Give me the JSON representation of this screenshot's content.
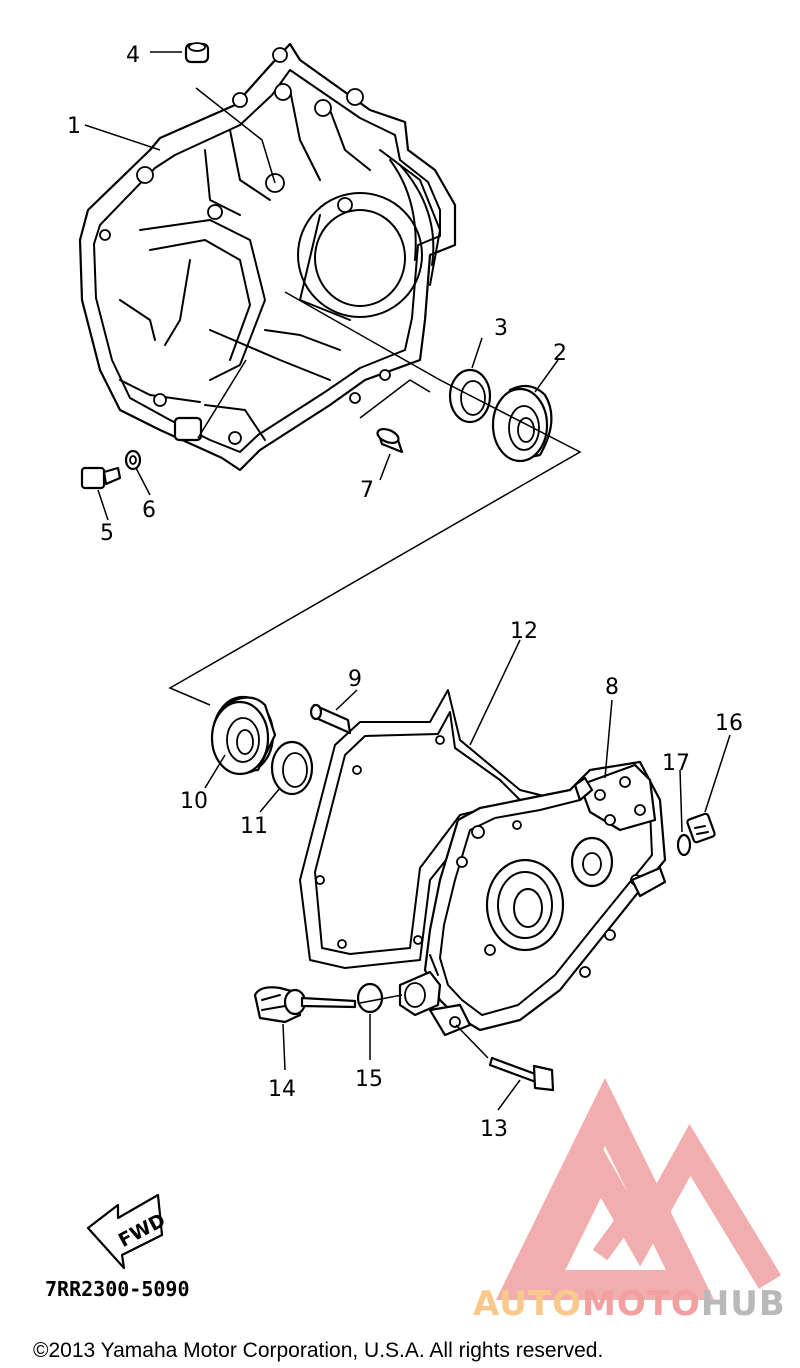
{
  "diagram": {
    "part_labels": [
      {
        "id": "p1",
        "text": "1"
      },
      {
        "id": "p2",
        "text": "2"
      },
      {
        "id": "p3",
        "text": "3"
      },
      {
        "id": "p4",
        "text": "4"
      },
      {
        "id": "p5",
        "text": "5"
      },
      {
        "id": "p6",
        "text": "6"
      },
      {
        "id": "p7",
        "text": "7"
      },
      {
        "id": "p8",
        "text": "8"
      },
      {
        "id": "p9",
        "text": "9"
      },
      {
        "id": "p10",
        "text": "10"
      },
      {
        "id": "p11",
        "text": "11"
      },
      {
        "id": "p12",
        "text": "12"
      },
      {
        "id": "p13",
        "text": "13"
      },
      {
        "id": "p14",
        "text": "14"
      },
      {
        "id": "p15",
        "text": "15"
      },
      {
        "id": "p16",
        "text": "16"
      },
      {
        "id": "p17",
        "text": "17"
      }
    ],
    "fwd_label": "FWD",
    "diagram_code": "7RR2300-5090",
    "copyright": "©2013 Yamaha Motor Corporation, U.S.A. All rights reserved."
  },
  "watermark": {
    "part1": "AUTO",
    "part2": "MOTO",
    "part3": "HUB",
    "colors": {
      "auto": "#f9c98c",
      "moto": "#f3a0a0",
      "hub": "#b9b9b9",
      "logo": "#f0a0a0"
    }
  }
}
